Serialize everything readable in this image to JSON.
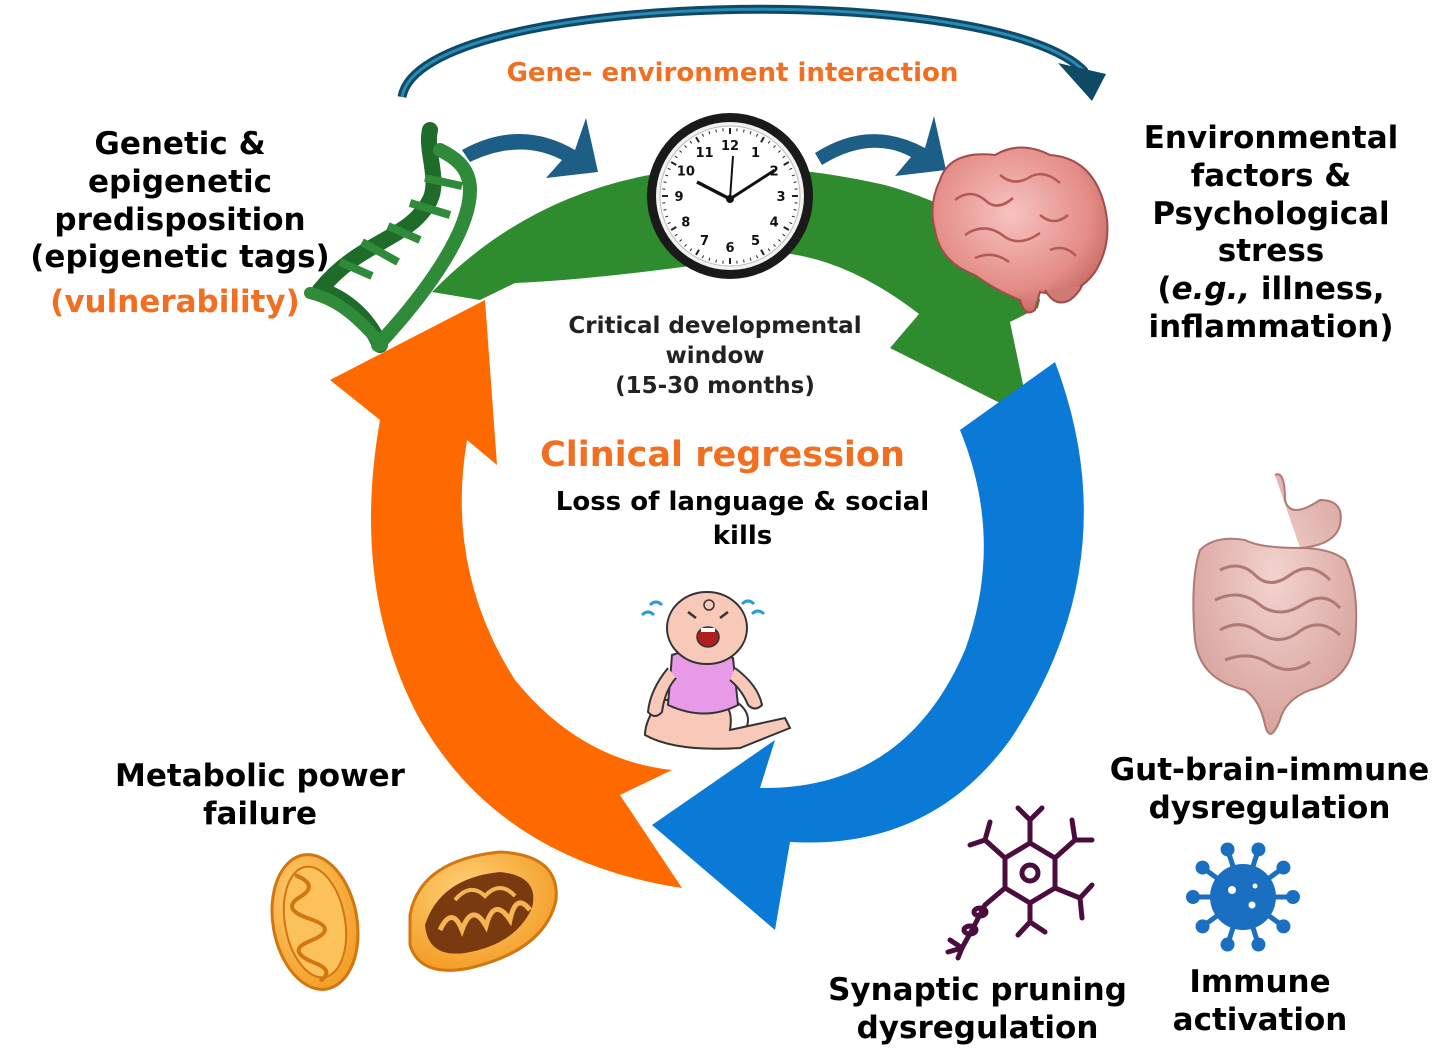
{
  "colors": {
    "green_arrow": "#2e8b2e",
    "blue_arrow": "#0a7ad6",
    "orange_arrow": "#ff6a00",
    "accent_text": "#f26f21",
    "curved_arrow": "#0e4a66"
  },
  "labels": {
    "gene_env": "Gene- environment interaction",
    "genetic_l1": "Genetic & epigenetic",
    "genetic_l2": "predisposition",
    "genetic_l3": "(epigenetic tags)",
    "vulnerability": "(vulnerability)",
    "env_l1": "Environmental",
    "env_l2": "factors &",
    "env_l3": "Psychological",
    "env_l4": "stress",
    "env_l5a": "(",
    "env_l5b": "e.g.,",
    "env_l5c": " illness,",
    "env_l6": "inflammation)",
    "critical_l1": "Critical developmental",
    "critical_l2": "window",
    "critical_l3": "(15-30 months)",
    "clinical": "Clinical regression",
    "loss_l1": "Loss of language & social",
    "loss_l2": "kills",
    "metabolic_l1": "Metabolic power",
    "metabolic_l2": "failure",
    "gut_l1": "Gut-brain-immune",
    "gut_l2": "dysregulation",
    "synaptic_l1": "Synaptic pruning",
    "synaptic_l2": "dysregulation",
    "immune_l1": "Immune",
    "immune_l2": "activation"
  },
  "clock": {
    "numerals": [
      "12",
      "1",
      "2",
      "3",
      "4",
      "5",
      "6",
      "7",
      "8",
      "9",
      "10",
      "11"
    ]
  },
  "icons": [
    "dna-icon",
    "clock-icon",
    "brain-icon",
    "gut-icon",
    "neuron-icon",
    "virus-icon",
    "mitochondria-icon",
    "crying-baby-icon"
  ]
}
